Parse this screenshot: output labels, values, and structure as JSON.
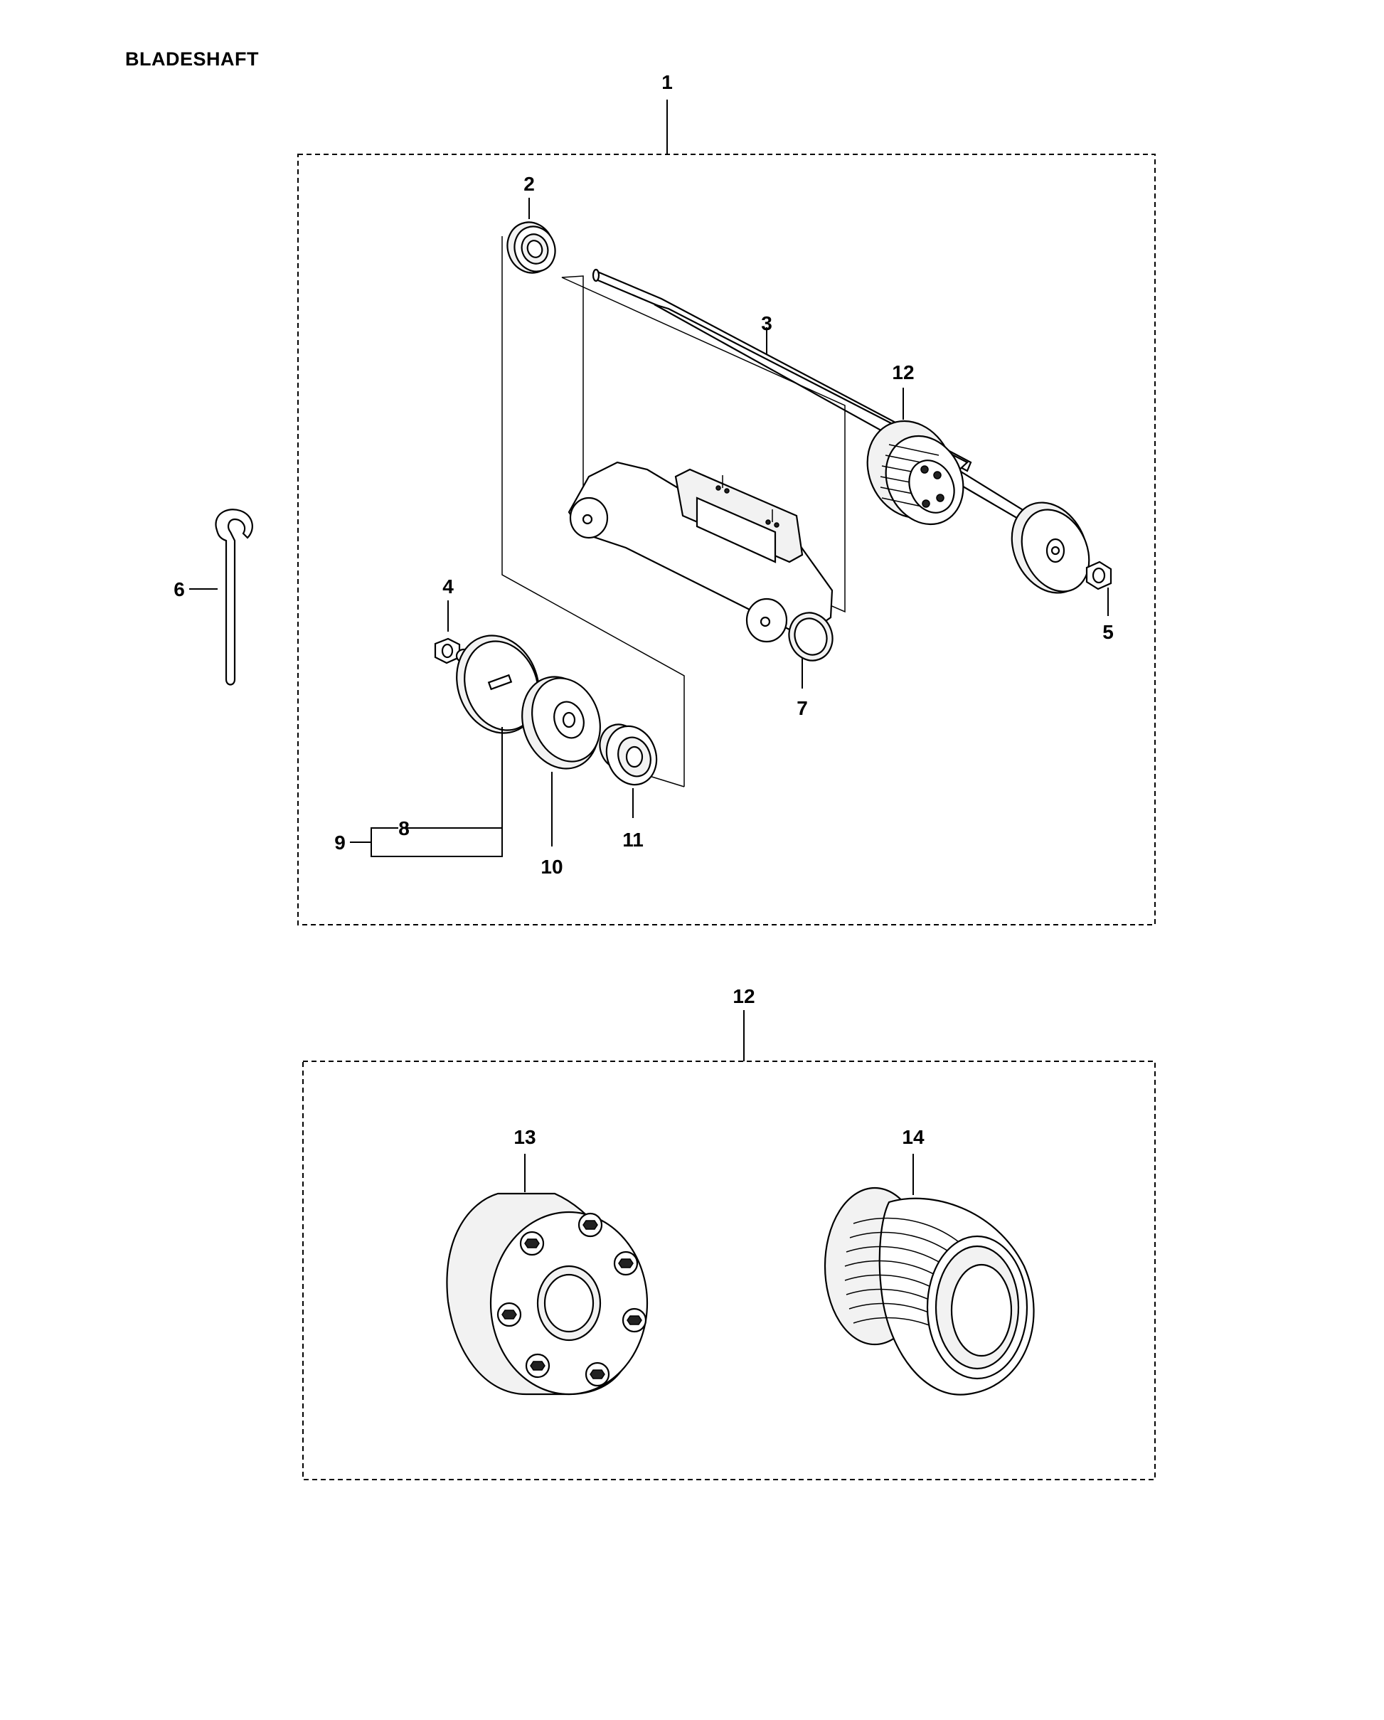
{
  "title": "BLADESHAFT",
  "callouts": {
    "c1": "1",
    "c2": "2",
    "c3": "3",
    "c4": "4",
    "c5": "5",
    "c6": "6",
    "c7": "7",
    "c8": "8",
    "c9": "9",
    "c10": "10",
    "c11": "11",
    "c12a": "12",
    "c12b": "12",
    "c13": "13",
    "c14": "14"
  }
}
